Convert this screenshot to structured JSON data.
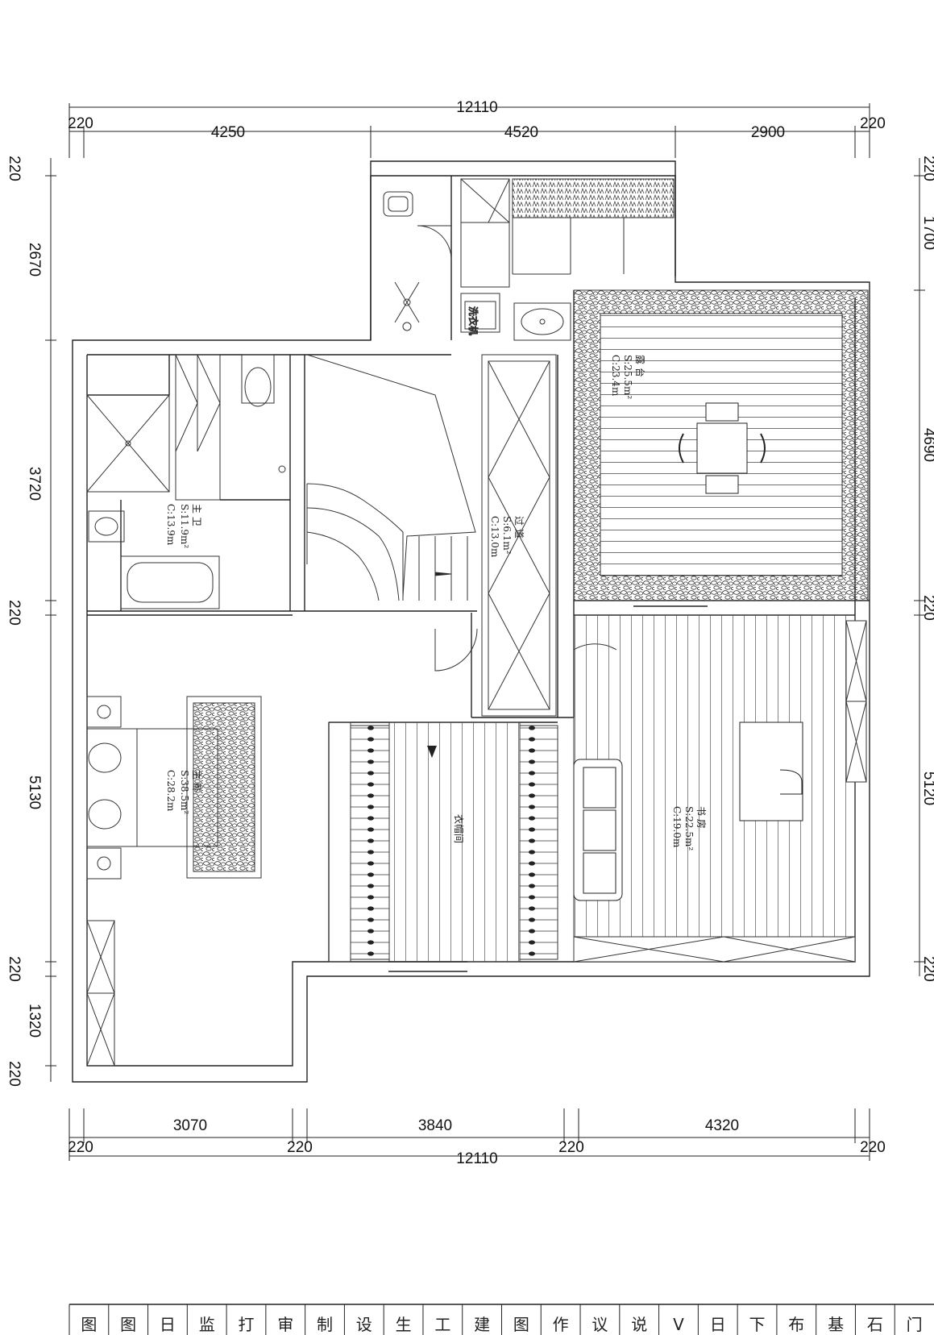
{
  "dimensions": {
    "top_total": "12110",
    "top_segments": [
      "220",
      "4250",
      "4520",
      "2900",
      "220"
    ],
    "bottom_segments": [
      "3070",
      "3840",
      "4320"
    ],
    "bottom_walls": [
      "220",
      "220",
      "220",
      "220"
    ],
    "bottom_total": "12110",
    "left": [
      "220",
      "2670",
      "3720",
      "220",
      "5130",
      "220",
      "1320",
      "220"
    ],
    "right": [
      "220",
      "1700",
      "4690",
      "220",
      "5120",
      "220"
    ]
  },
  "rooms": {
    "terrace": {
      "name": "露 台",
      "area": "S:25.5m²",
      "perimeter": "C:23.4m"
    },
    "master_bath": {
      "name": "主 卫",
      "area": "S:11.9m²",
      "perimeter": "C:13.9m"
    },
    "corridor": {
      "name": "过 道",
      "area": "S:6.1m²",
      "perimeter": "C:13.0m"
    },
    "master_bedroom": {
      "name": "主 卧",
      "area": "S:38.5m²",
      "perimeter": "C:28.2m"
    },
    "cloakroom": {
      "name": "衣帽间"
    },
    "study": {
      "name": "书 房",
      "area": "S:22.5m²",
      "perimeter": "C:19.0m"
    },
    "laundry_label": "洗衣机"
  },
  "title_block": {
    "cells": [
      "图",
      "图",
      "日",
      "监",
      "打",
      "审",
      "制",
      "设",
      "生",
      "工",
      "建",
      "图",
      "作",
      "议",
      "说",
      "V",
      "日",
      "下",
      "布",
      "基",
      "石",
      "门"
    ]
  }
}
